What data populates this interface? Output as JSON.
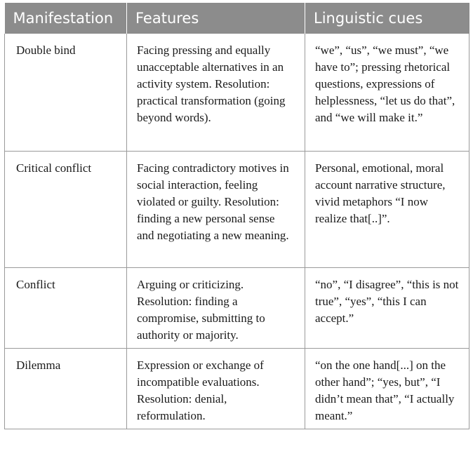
{
  "table": {
    "headers": [
      "Manifestation",
      "Features",
      "Linguistic cues"
    ],
    "rows": [
      {
        "manifestation": "Double bind",
        "features": "Facing pressing and equally unacceptable alternatives in an activity system. Resolution: practical transformation (going beyond words).",
        "cues": "“we”, “us”, “we must”, “we have to”; pressing rhetorical questions, expressions of helplessness, “let us do that”, and “we will make it.”"
      },
      {
        "manifestation": "Critical conflict",
        "features": "Facing contradictory motives in social interaction, feeling violated or guilty. Resolution: finding a new personal sense and negotiating a new meaning.",
        "cues": "Personal, emotional, moral account narrative structure, vivid metaphors “I now realize that[..]”."
      },
      {
        "manifestation": "Conflict",
        "features": "Arguing or criticizing. Resolution: finding a compromise, submitting to authority or majority.",
        "cues": "“no”, “I disagree”, “this is not true”, “yes”, “this I can accept.”"
      },
      {
        "manifestation": "Dilemma",
        "features": "Expression or exchange of incompatible evaluations. Resolution: denial, reformulation.",
        "cues": "“on the one hand[...] on the other hand”; “yes, but”, “I didn’t mean that”, “I actually meant.”"
      }
    ]
  }
}
